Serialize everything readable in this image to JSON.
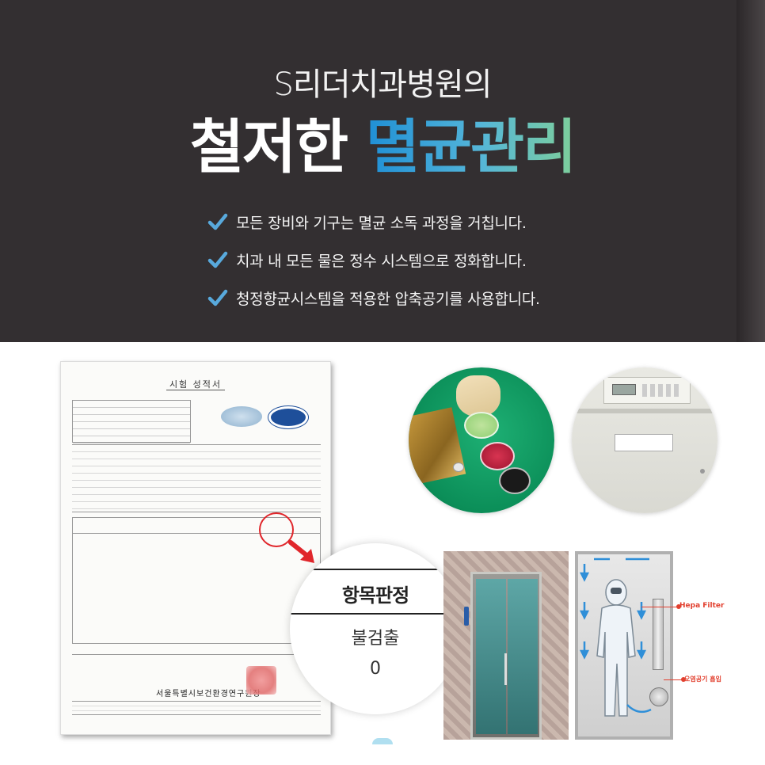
{
  "header": {
    "subtitle": "S리더치과병원의",
    "title_white": "철저한",
    "title_gradient": "멸균관리",
    "checks": [
      "모든 장비와 기구는 멸균 소독 과정을 거칩니다.",
      "치과 내 모든 물은 정수 시스템으로 정화합니다.",
      "청정향균시스템을 적용한 압축공기를 사용합니다."
    ]
  },
  "certificate": {
    "title": "시험 성적서",
    "authority": "서울특별시보건환경연구원장"
  },
  "magnifier": {
    "heading": "항목판정",
    "value1": "불검출",
    "value2": "0"
  },
  "air_shower": {
    "label_filter": "Hepa Filter",
    "label_intake": "오염공기 흡입"
  },
  "colors": {
    "header_bg": "#332f31",
    "gradient_start": "#1f8fd6",
    "gradient_end": "#7ecf9b",
    "check_icon": "#58a9dc",
    "accent_red": "#e0262b"
  }
}
